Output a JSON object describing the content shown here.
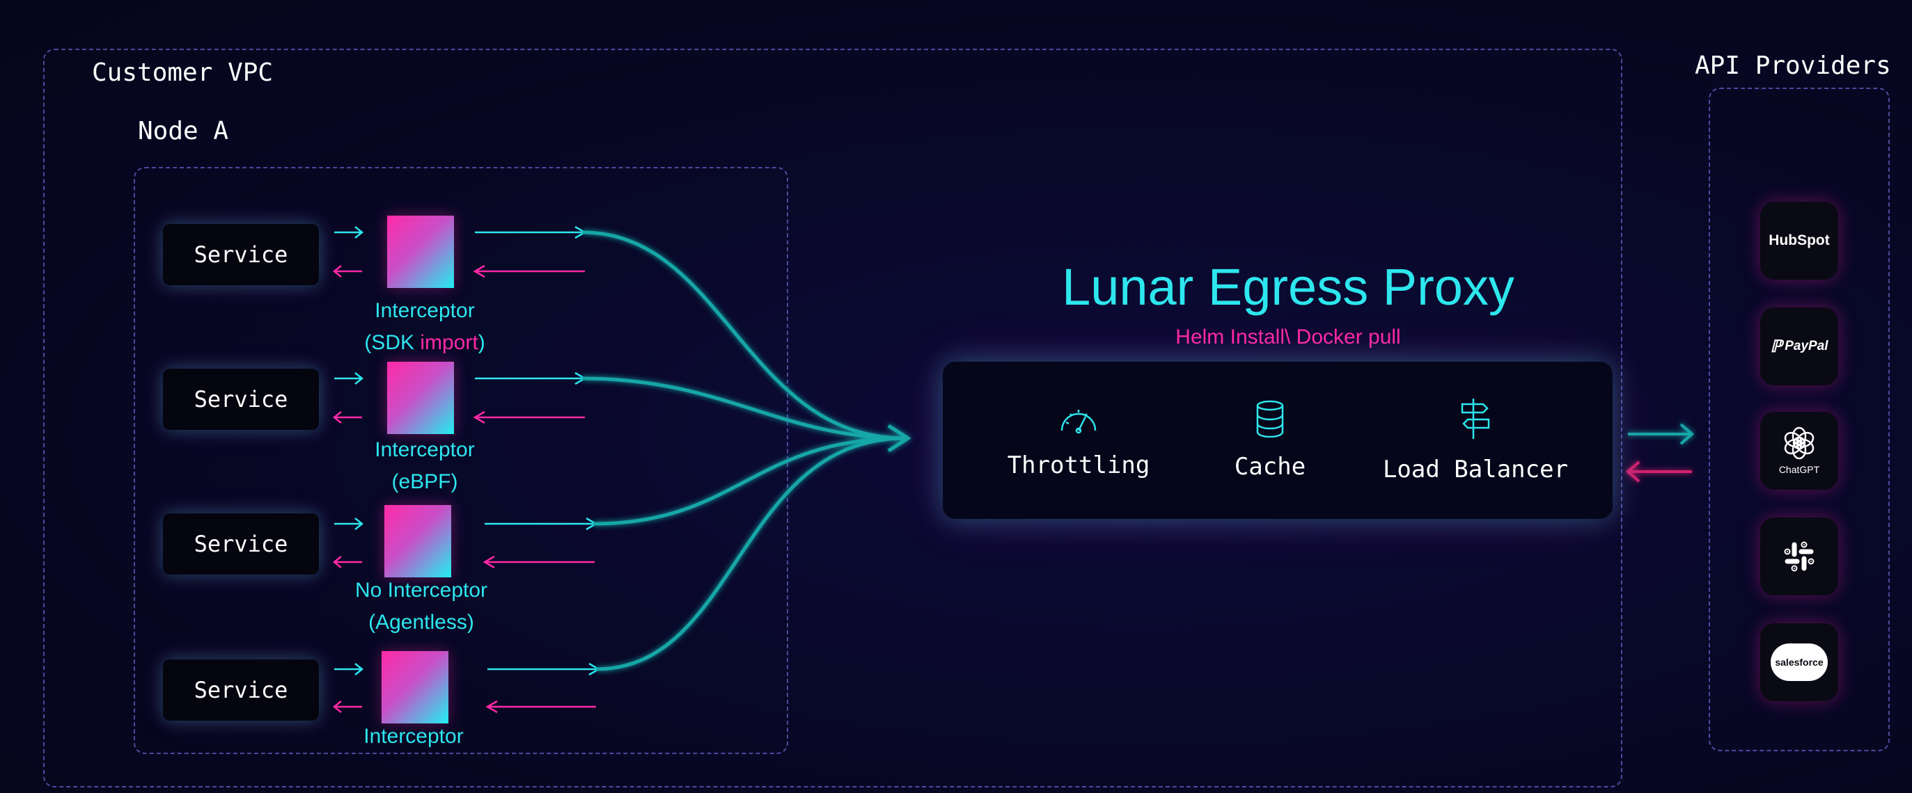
{
  "customer_vpc": {
    "label": "Customer VPC"
  },
  "node": {
    "label": "Node A"
  },
  "services": [
    {
      "label": "Service",
      "caption_line1": "Interceptor",
      "caption_line2_a": "(SDK ",
      "caption_line2_b": "import",
      "caption_line2_c": ")"
    },
    {
      "label": "Service",
      "caption_line1": "Interceptor",
      "caption_line2_a": "(eBPF)",
      "caption_line2_b": "",
      "caption_line2_c": ""
    },
    {
      "label": "Service",
      "caption_line1": "No Interceptor",
      "caption_line2_a": "(Agentless)",
      "caption_line2_b": "",
      "caption_line2_c": ""
    },
    {
      "label": "Service",
      "caption_line1": "Interceptor",
      "caption_line2_a": "",
      "caption_line2_b": "",
      "caption_line2_c": ""
    }
  ],
  "proxy": {
    "title": "Lunar Egress Proxy",
    "subtitle": "Helm Install\\ Docker pull",
    "features": [
      {
        "label": "Throttling",
        "icon": "gauge-icon"
      },
      {
        "label": "Cache",
        "icon": "database-icon"
      },
      {
        "label": "Load Balancer",
        "icon": "signpost-icon"
      }
    ]
  },
  "api_providers": {
    "label": "API Providers",
    "items": [
      {
        "name": "HubSpot",
        "icon": "hubspot-logo"
      },
      {
        "name": "PayPal",
        "icon": "paypal-logo"
      },
      {
        "name": "ChatGPT",
        "icon": "chatgpt-logo"
      },
      {
        "name": "Slack",
        "icon": "slack-logo"
      },
      {
        "name": "salesforce",
        "icon": "salesforce-logo"
      }
    ]
  },
  "colors": {
    "cyan": "#2ee6ee",
    "pink": "#ff2aa6",
    "teal_curve": "#16a7a7",
    "dash": "#4a4a9e"
  }
}
